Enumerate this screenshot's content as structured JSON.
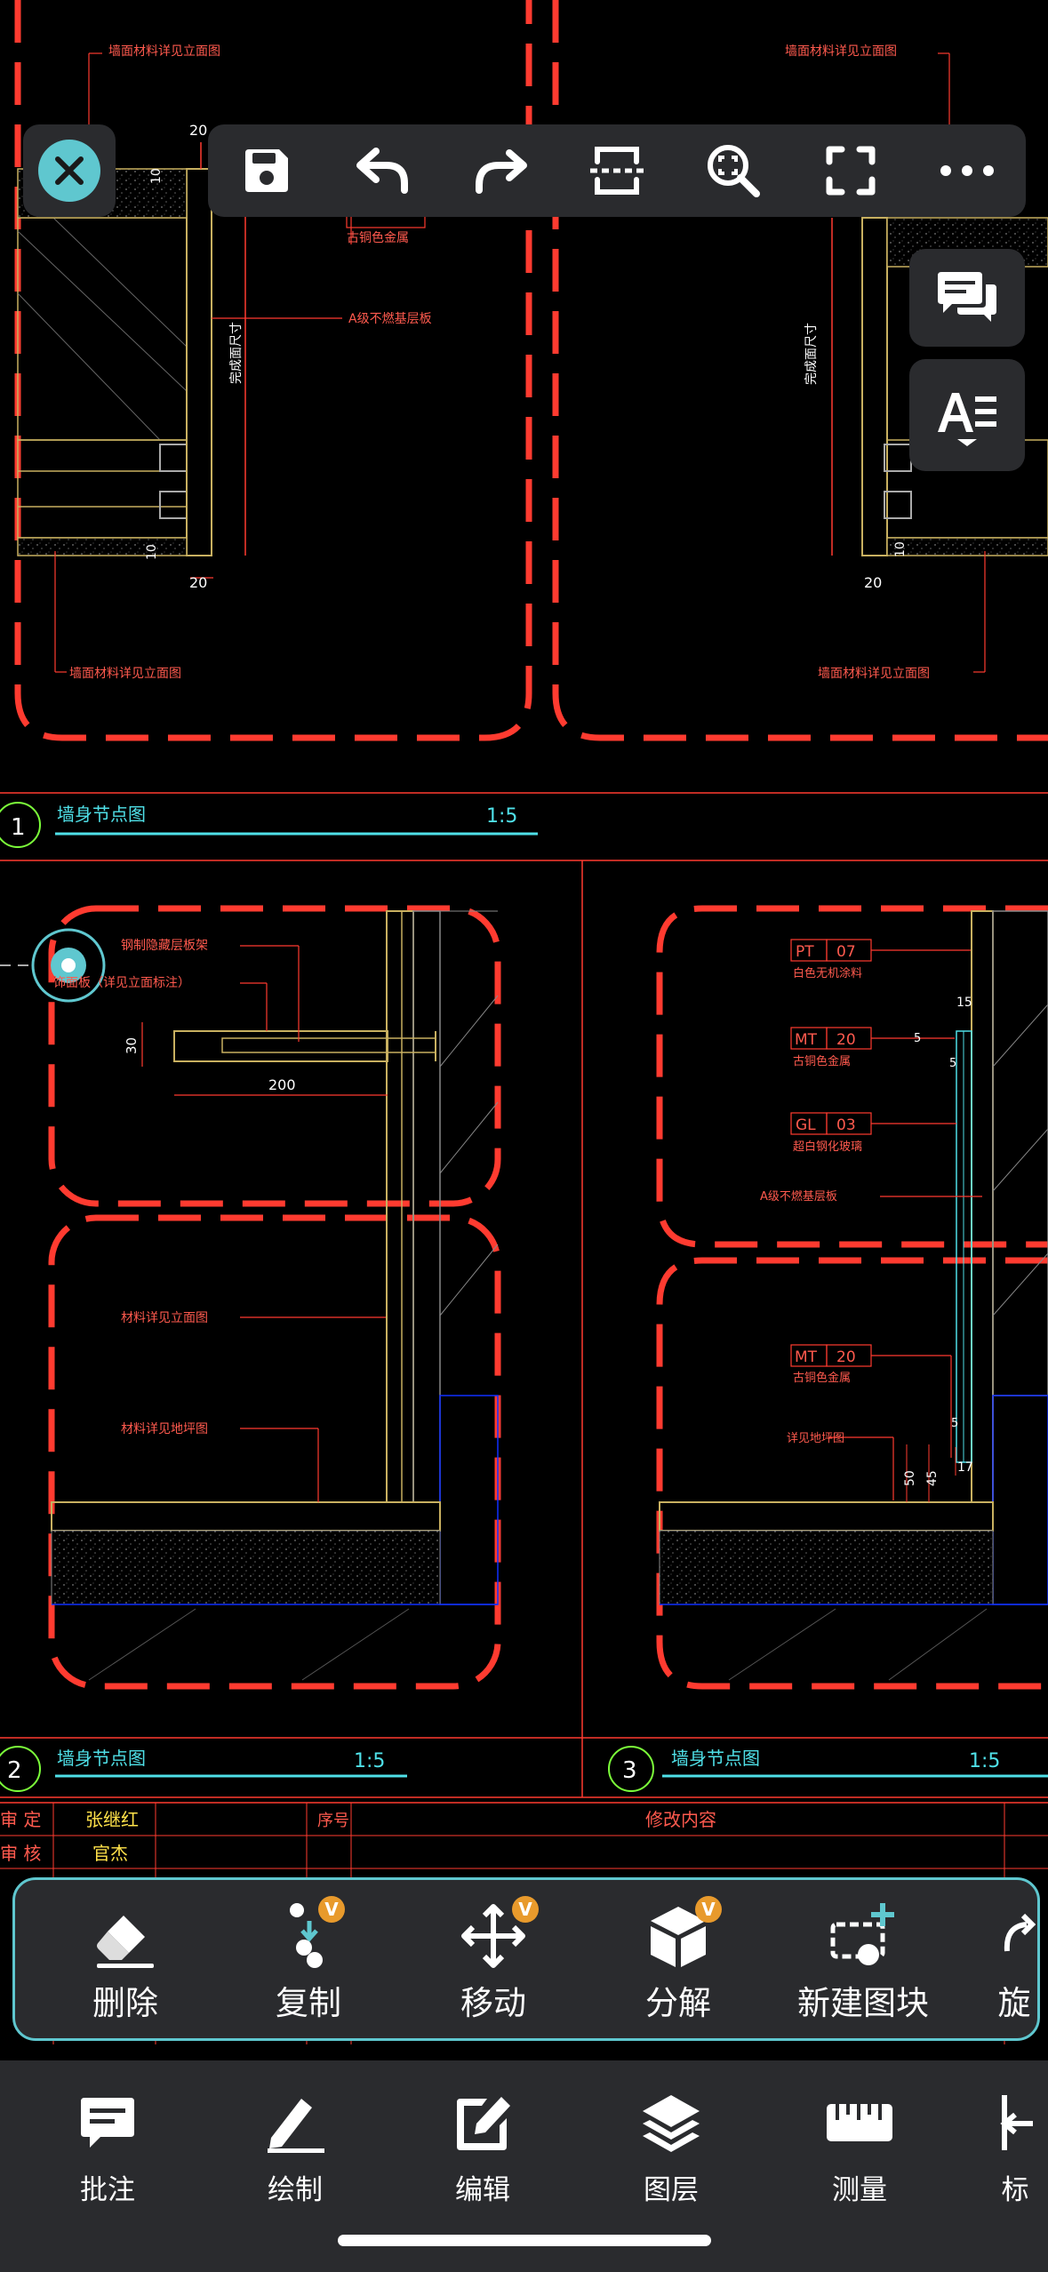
{
  "drawing": {
    "detail1_title": "墙身节点图",
    "detail1_scale": "1:5",
    "detail1_number": "1",
    "detail2_title": "墙身节点图",
    "detail2_scale": "1:5",
    "detail2_number": "2",
    "detail3_title": "墙身节点图",
    "detail3_scale": "1:5",
    "detail3_number": "3",
    "note_wall_material_top_left": "墙面材料详见立面图",
    "note_wall_material_top_right": "墙面材料详见立面图",
    "note_wall_material_bottom_left": "墙面材料详见立面图",
    "note_wall_material_bottom_right": "墙面材料详见立面图",
    "note_a_board_top": "A级不燃基层板",
    "note_a_board_right": "A级不燃基层板",
    "note_finish_size_left": "完成面尺寸",
    "note_finish_size_right": "完成面尺寸",
    "note_hidden_steel": "钢制隐藏层板架",
    "note_shelf_finish": "饰面板（详见立面标注）",
    "note_material_elev": "材料详见立面图",
    "note_material_floor": "材料详见地坪图",
    "note_floor_plan": "详见地坪图",
    "tag_pt": "PT",
    "tag_pt_num": "07",
    "tag_pt_desc": "白色无机涂料",
    "tag_mt1": "MT",
    "tag_mt1_num": "20",
    "tag_mt1_desc": "古铜色金属",
    "tag_gl": "GL",
    "tag_gl_num": "03",
    "tag_gl_desc": "超白钢化玻璃",
    "tag_mt2": "MT",
    "tag_mt2_num": "20",
    "tag_mt2_desc": "古铜色金属",
    "tag_top_mt_desc": "古铜色金属",
    "dim_20_a": "20",
    "dim_10_a": "10",
    "dim_10_b": "10",
    "dim_20_b": "20",
    "dim_10_c": "10",
    "dim_20_c": "20",
    "dim_30": "30",
    "dim_200": "200",
    "dim_15": "15",
    "dim_5_a": "5",
    "dim_5_b": "5",
    "dim_5_c": "5",
    "dim_50": "50",
    "dim_45": "45",
    "dim_17": "17",
    "titleblock_row1_label": "审 定",
    "titleblock_row1_name": "张继红",
    "titleblock_row2_label": "审 核",
    "titleblock_row2_name": "官杰",
    "titleblock_col_seq": "序号",
    "titleblock_col_content": "修改内容"
  },
  "toolbar": {
    "close_icon": "close-icon",
    "save_icon": "save-icon",
    "undo_icon": "undo-icon",
    "redo_icon": "redo-icon",
    "section_icon": "section-view-icon",
    "zoom_icon": "zoom-window-icon",
    "fullscreen_icon": "fullscreen-icon",
    "more_icon": "more-icon"
  },
  "side_buttons": {
    "comments_icon": "comments-icon",
    "text_style_icon": "text-style-icon"
  },
  "edit_panel": {
    "items": [
      {
        "label": "删除",
        "icon": "eraser-icon"
      },
      {
        "label": "复制",
        "icon": "copy-icon",
        "badge": "V"
      },
      {
        "label": "移动",
        "icon": "move-icon",
        "badge": "V"
      },
      {
        "label": "分解",
        "icon": "explode-icon",
        "badge": "V"
      },
      {
        "label": "新建图块",
        "icon": "new-block-icon"
      },
      {
        "label": "旋",
        "icon": "rotate-icon"
      }
    ]
  },
  "bottom_bar": {
    "items": [
      {
        "label": "批注",
        "icon": "annotate-icon"
      },
      {
        "label": "绘制",
        "icon": "draw-icon"
      },
      {
        "label": "编辑",
        "icon": "edit-icon"
      },
      {
        "label": "图层",
        "icon": "layers-icon"
      },
      {
        "label": "测量",
        "icon": "measure-icon"
      },
      {
        "label": "标",
        "icon": "dimension-icon"
      }
    ]
  },
  "colors": {
    "accent": "#5fc7cf",
    "panel": "#2a2b2e",
    "cad_red": "#ff3b30",
    "cad_cyan": "#4fe0e8",
    "cad_yellow": "#c8b060",
    "badge": "#e89a2c"
  }
}
